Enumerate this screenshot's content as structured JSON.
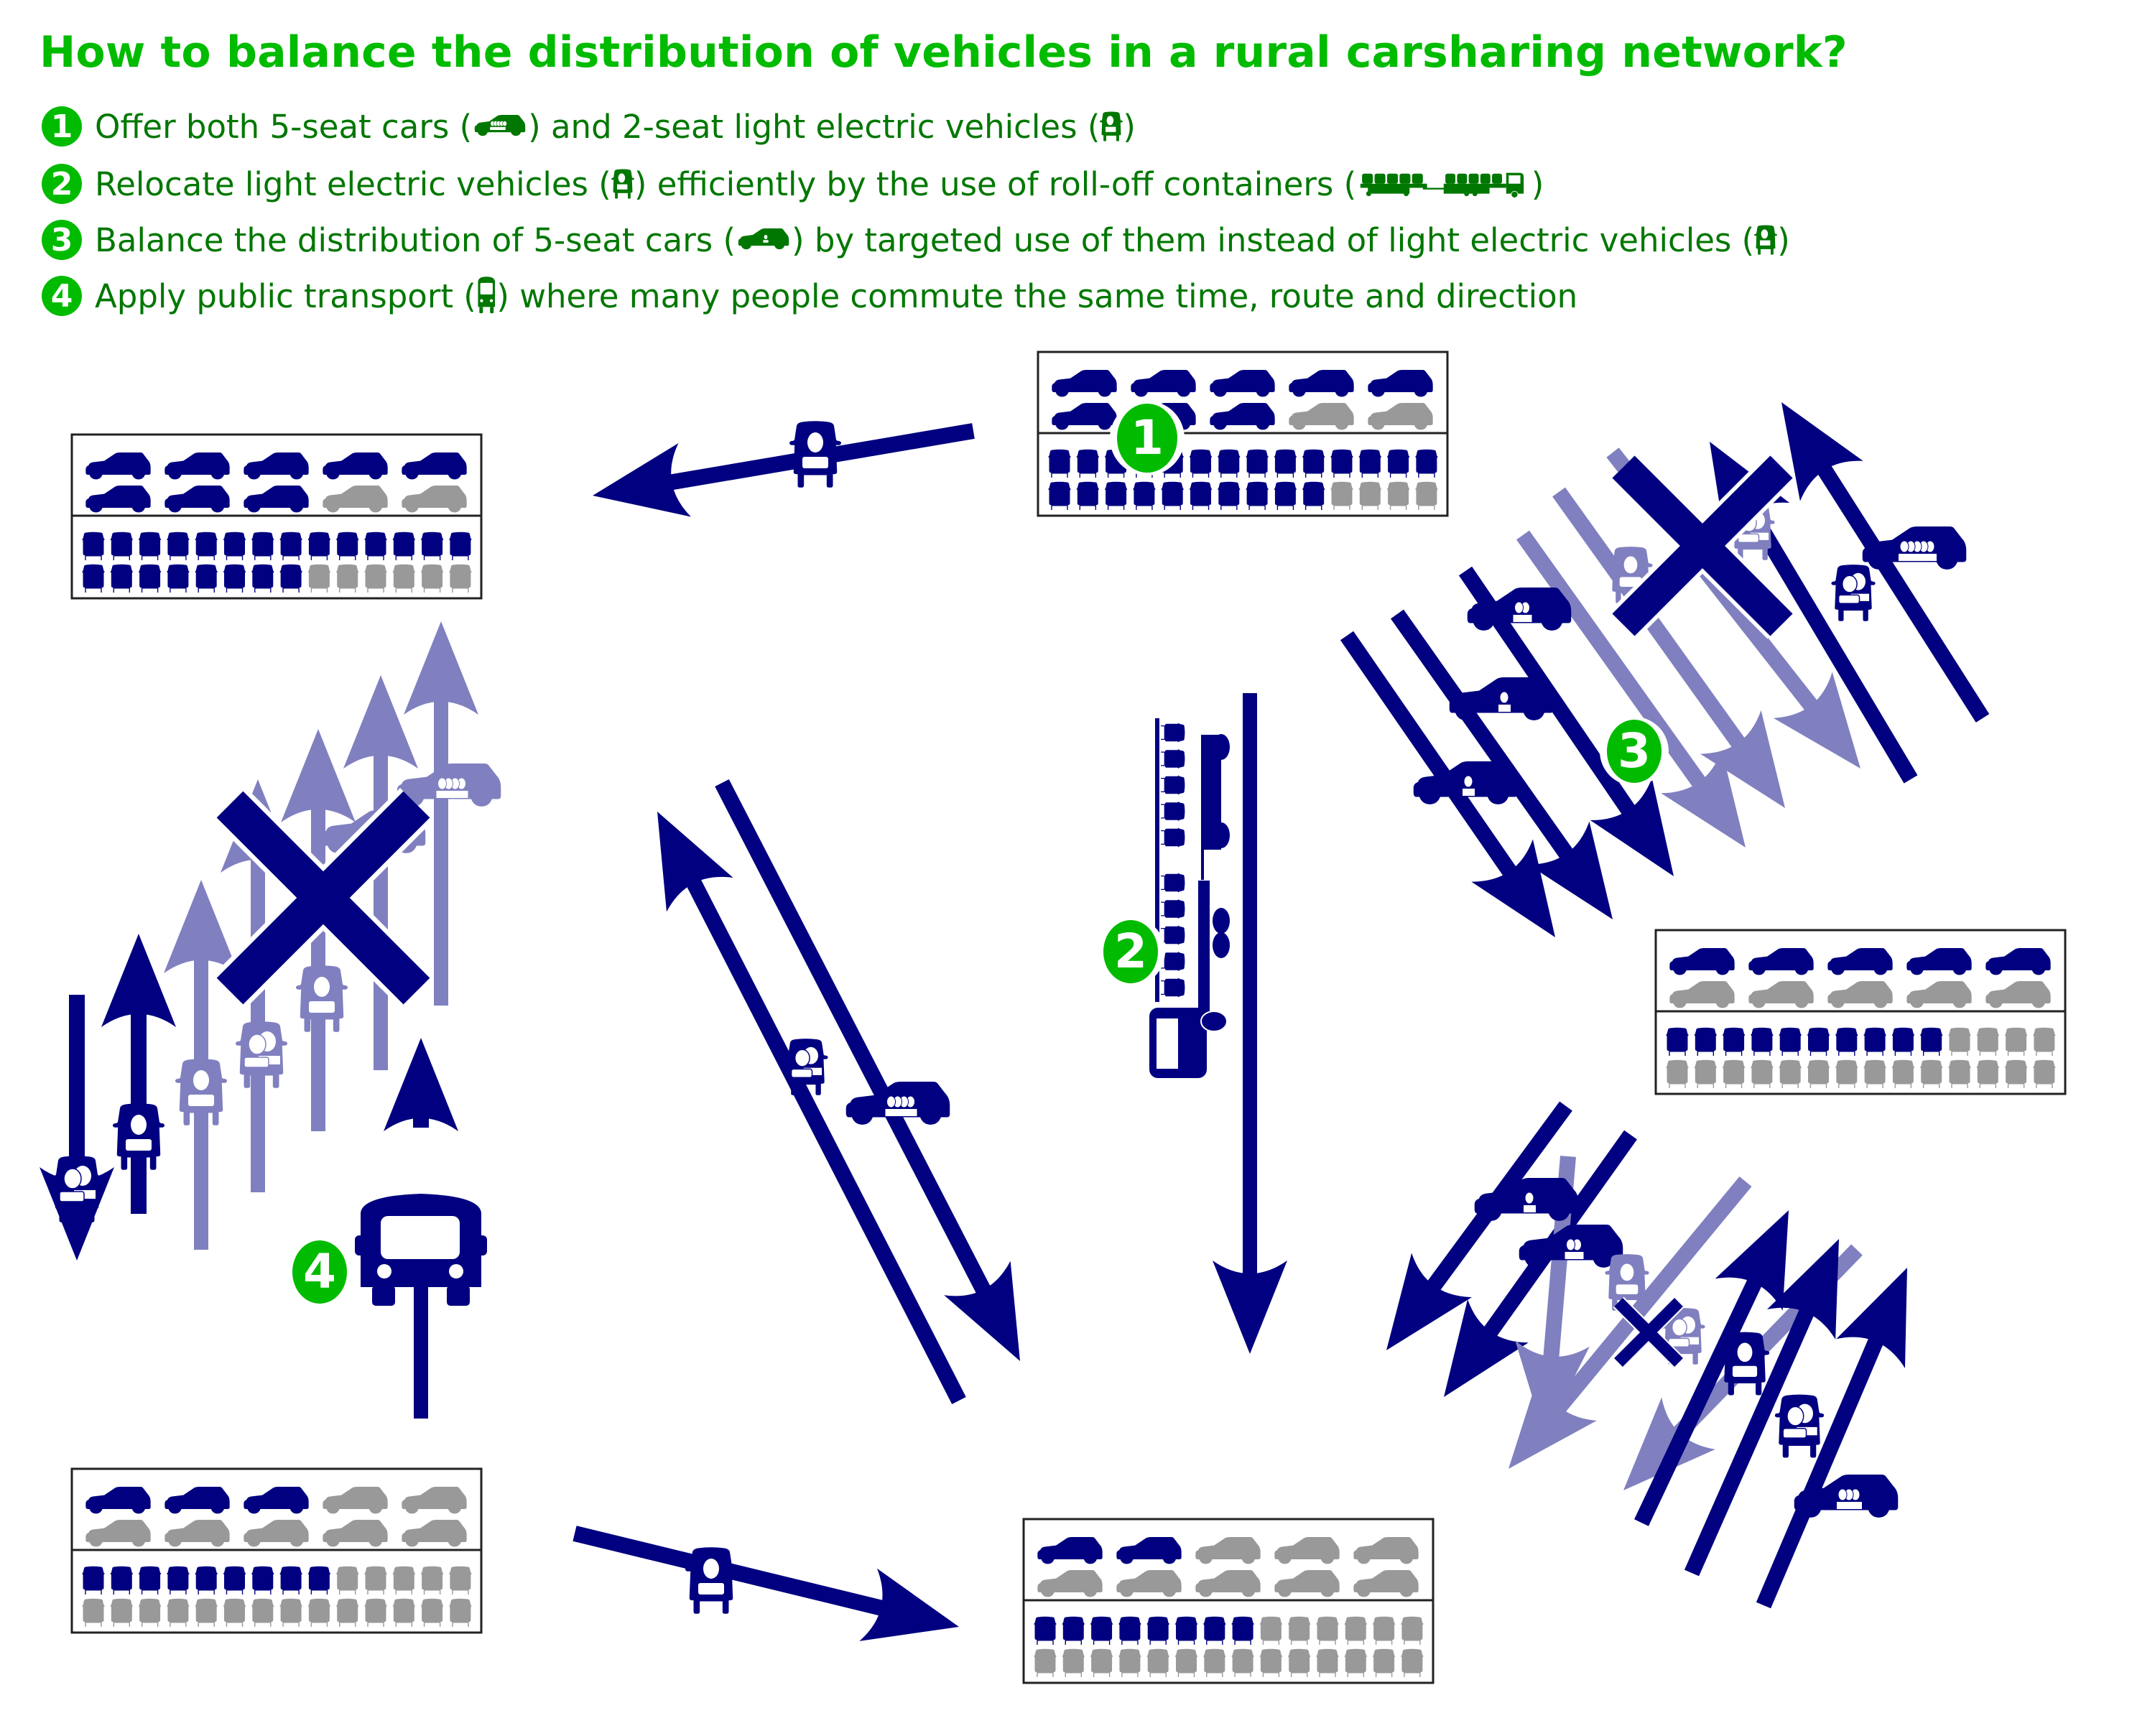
{
  "title": "How to balance the distribution of vehicles in a rural carsharing network?",
  "colors": {
    "title_green": "#00bb00",
    "text_green": "#007700",
    "navy": "#000080",
    "light_navy": "#8080c0",
    "available_gray": "#999999"
  },
  "steps": [
    {
      "number": "1",
      "parts": [
        "Offer both 5-seat cars (",
        ") and 2-seat light electric vehicles (",
        ")"
      ],
      "icons": [
        "car-5-seat-icon",
        "light-electric-vehicle-icon"
      ]
    },
    {
      "number": "2",
      "parts": [
        "Relocate light electric vehicles (",
        ") efficiently by the use of roll-off containers (",
        ")"
      ],
      "icons": [
        "light-electric-vehicle-icon",
        "roll-off-container-truck-icon"
      ]
    },
    {
      "number": "3",
      "parts": [
        "Balance the distribution of 5-seat cars (",
        ") by targeted use of them instead of light electric vehicles (",
        ")"
      ],
      "icons": [
        "car-1-person-icon",
        "light-electric-vehicle-icon"
      ]
    },
    {
      "number": "4",
      "parts": [
        "Apply public transport (",
        ") where many people commute the same time, route and direction"
      ],
      "icons": [
        "bus-icon"
      ]
    }
  ],
  "stations": [
    {
      "id": "top-left",
      "cars": {
        "total": 10,
        "present": 8
      },
      "levs": {
        "total": 28,
        "present": 22
      }
    },
    {
      "id": "top-center",
      "cars": {
        "total": 10,
        "present": 8
      },
      "levs": {
        "total": 28,
        "present": 24
      }
    },
    {
      "id": "right",
      "cars": {
        "total": 10,
        "present": 5
      },
      "levs": {
        "total": 28,
        "present": 10
      }
    },
    {
      "id": "bottom-left",
      "cars": {
        "total": 10,
        "present": 3
      },
      "levs": {
        "total": 28,
        "present": 9
      }
    },
    {
      "id": "bottom-center",
      "cars": {
        "total": 10,
        "present": 2
      },
      "levs": {
        "total": 28,
        "present": 8
      }
    }
  ],
  "badges": [
    "1",
    "2",
    "3",
    "4"
  ]
}
